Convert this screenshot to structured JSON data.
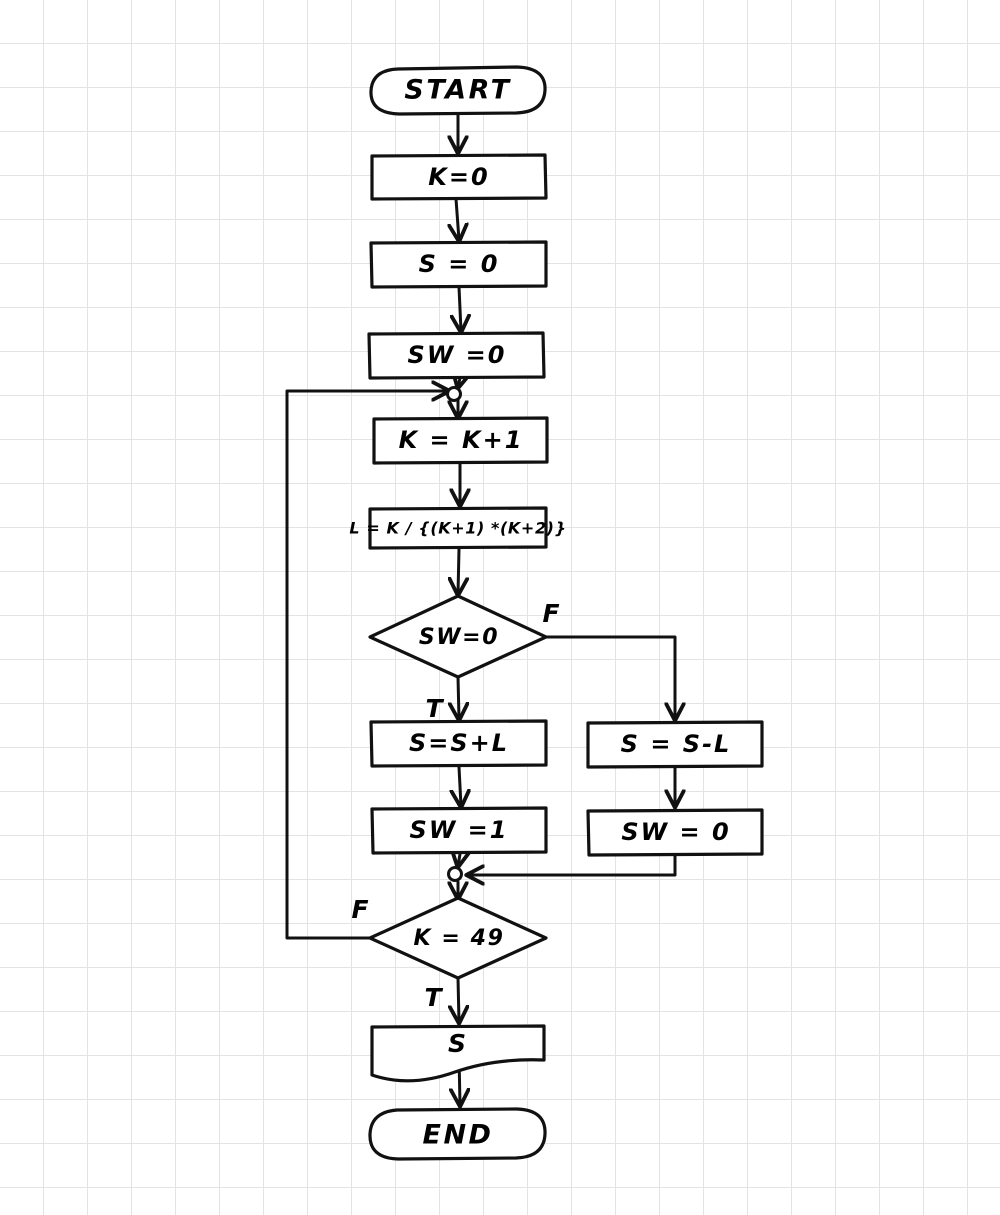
{
  "diagram": {
    "title": "Alternating series summation flowchart",
    "background": "#ffffff",
    "grid_color": "#e3e3e3",
    "ink_color": "#111111",
    "nodes": {
      "start": {
        "label": "START",
        "type": "terminator"
      },
      "init_k": {
        "label": "K=0",
        "type": "process"
      },
      "init_s": {
        "label": "S = 0",
        "type": "process"
      },
      "init_sw": {
        "label": "SW =0",
        "type": "process"
      },
      "incr_k": {
        "label": "K = K+1",
        "type": "process"
      },
      "calc_l": {
        "label": "L = K / {(K+1) *(K+2)}",
        "type": "process"
      },
      "dec_sw": {
        "label": "SW=0",
        "type": "decision"
      },
      "add": {
        "label": "S=S+L",
        "type": "process"
      },
      "set_sw1": {
        "label": "SW =1",
        "type": "process"
      },
      "sub": {
        "label": "S = S-L",
        "type": "process"
      },
      "set_sw0": {
        "label": "SW = 0",
        "type": "process"
      },
      "dec_k": {
        "label": "K = 49",
        "type": "decision"
      },
      "output_s": {
        "label": "S",
        "type": "document"
      },
      "end": {
        "label": "END",
        "type": "terminator"
      }
    },
    "edge_labels": {
      "sw_false": "F",
      "sw_true": "T",
      "k_false": "F",
      "k_true": "T"
    }
  }
}
